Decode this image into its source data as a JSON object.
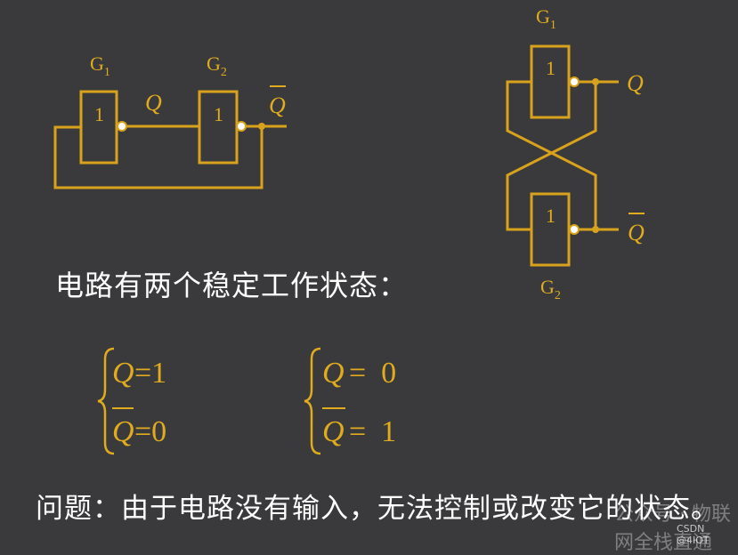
{
  "colors": {
    "background": "#3a3a3c",
    "wire": "#d9a21c",
    "symbol": "#e0ac1e",
    "bubble": "#ffffff",
    "text": "#ffffff"
  },
  "diagram_left": {
    "gate1_label": "G",
    "gate1_sub": "1",
    "gate1_symbol": "1",
    "gate2_label": "G",
    "gate2_sub": "2",
    "gate2_symbol": "1",
    "q_label": "Q",
    "qbar_label": "Q"
  },
  "diagram_right": {
    "gate1_label": "G",
    "gate1_sub": "1",
    "gate1_symbol": "1",
    "gate2_label": "G",
    "gate2_sub": "2",
    "gate2_symbol": "1",
    "q_label": "Q",
    "qbar_label": "Q"
  },
  "heading": "电路有两个稳定工作状态：",
  "state1": {
    "q": "Q",
    "eq1": "=1",
    "qbar": "Q",
    "eq2": "=0"
  },
  "state2": {
    "q": "Q",
    "eq1": "=  0",
    "qbar": "Q",
    "eq2": "=  1"
  },
  "problem": "问题：由于电路没有输入，无法控制或改变它的状态。",
  "watermark": "公众号 · 物联网全栈直通",
  "credit": "CSDN @4IOT"
}
